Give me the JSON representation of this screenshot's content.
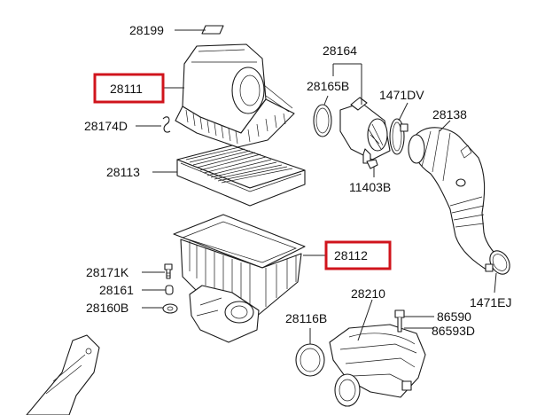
{
  "highlight_color": "#d0141c",
  "labels": {
    "p28199": "28199",
    "p28111": "28111",
    "p28174D": "28174D",
    "p28113": "28113",
    "p28112": "28112",
    "p28171K": "28171K",
    "p28161": "28161",
    "p28160B": "28160B",
    "p28116B": "28116B",
    "p28210": "28210",
    "p86590": "86590",
    "p86593D": "86593D",
    "p28164": "28164",
    "p28165B": "28165B",
    "p1471DV": "1471DV",
    "p28138": "28138",
    "p11403B": "11403B",
    "p1471EJ": "1471EJ"
  }
}
